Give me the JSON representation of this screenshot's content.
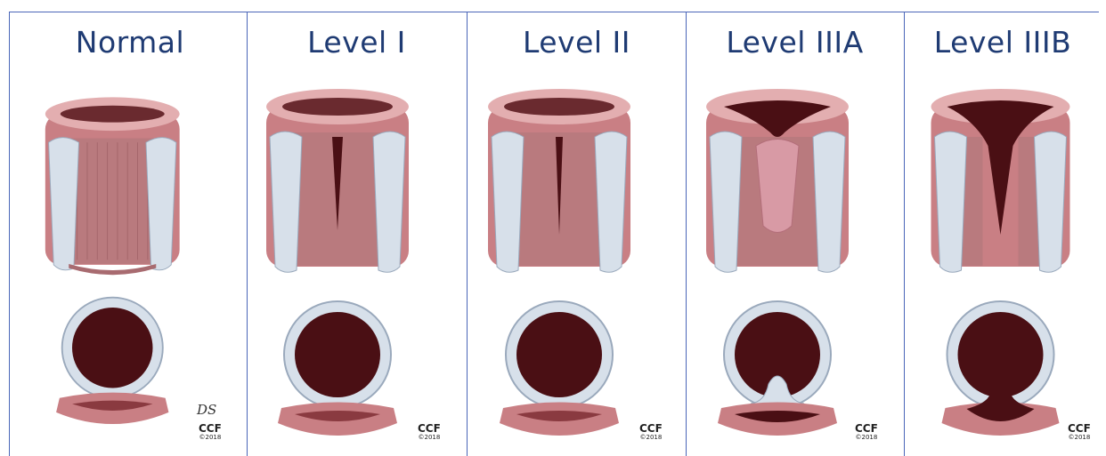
{
  "panels": [
    {
      "title": "Normal",
      "credit": "CCF",
      "year": "©2018",
      "signature": "DS"
    },
    {
      "title": "Level I",
      "credit": "CCF",
      "year": "©2018"
    },
    {
      "title": "Level II",
      "credit": "CCF",
      "year": "©2018"
    },
    {
      "title": "Level IIIA",
      "credit": "CCF",
      "year": "©2018"
    },
    {
      "title": "Level IIIB",
      "credit": "CCF",
      "year": "©2018"
    }
  ],
  "colors": {
    "border": "#4a66b8",
    "title": "#1f3b73",
    "tissue": "#c97f84",
    "tissue_light": "#e3aeb0",
    "lumen": "#4a0f14",
    "cartilage": "#d7e0ea",
    "muscle": "#b97a7e"
  },
  "icons": [
    "tissue-tube-illustration",
    "cross-section-illustration",
    "signature-mark"
  ]
}
